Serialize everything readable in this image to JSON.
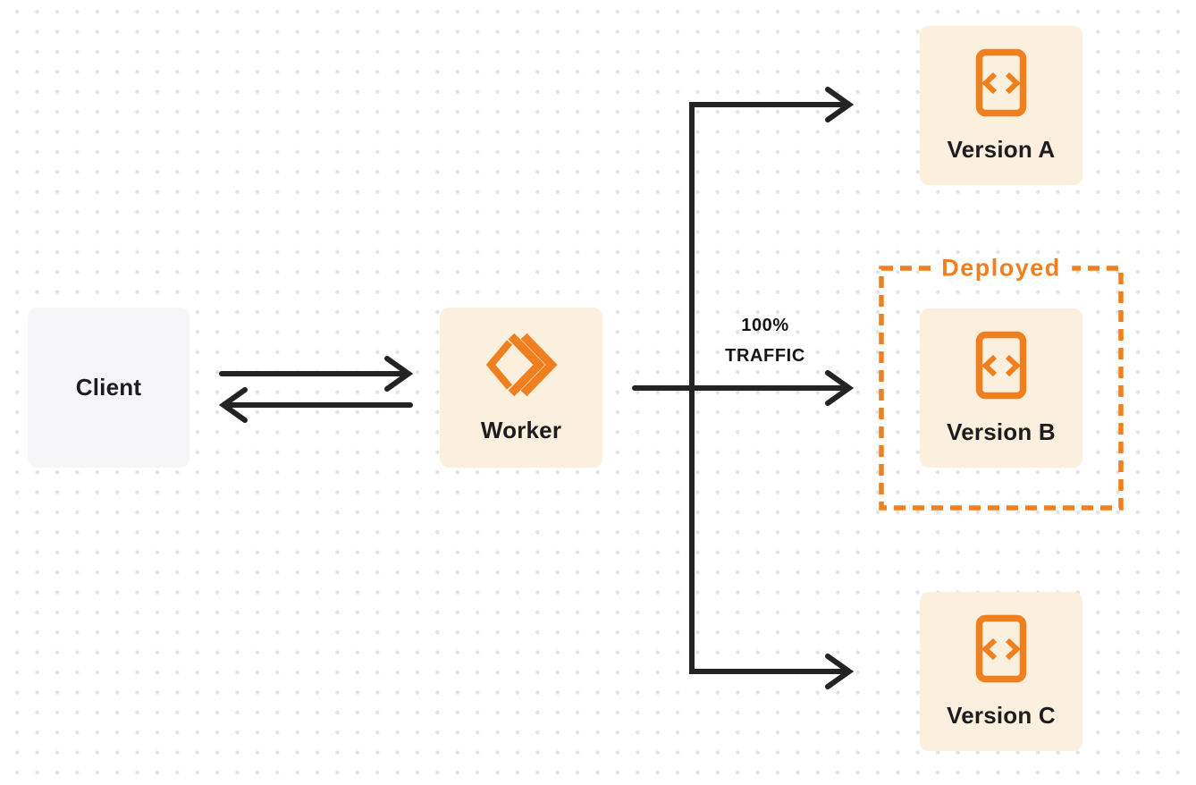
{
  "colors": {
    "background": "#ffffff",
    "dot_grid": "#e3e3e6",
    "accent_orange": "#f0801f",
    "cream_box": "#fbefde",
    "gray_box": "#f6f6f8",
    "arrow_ink": "#232323",
    "text_ink": "#1d1d1f"
  },
  "nodes": {
    "client": {
      "label": "Client"
    },
    "worker": {
      "label": "Worker",
      "icon": "cloudflare-workers-logo"
    },
    "version_a": {
      "label": "Version A",
      "icon": "code-file-icon"
    },
    "version_b": {
      "label": "Version B",
      "icon": "code-file-icon"
    },
    "version_c": {
      "label": "Version C",
      "icon": "code-file-icon"
    }
  },
  "annotations": {
    "traffic_line1": "100%",
    "traffic_line2": "TRAFFIC",
    "deployed_label": "Deployed"
  },
  "edges": {
    "client_worker": "bidirectional request/response arrows",
    "worker_version_a": "branch arrow",
    "worker_version_b": "100% TRAFFIC arrow",
    "worker_version_c": "branch arrow"
  }
}
